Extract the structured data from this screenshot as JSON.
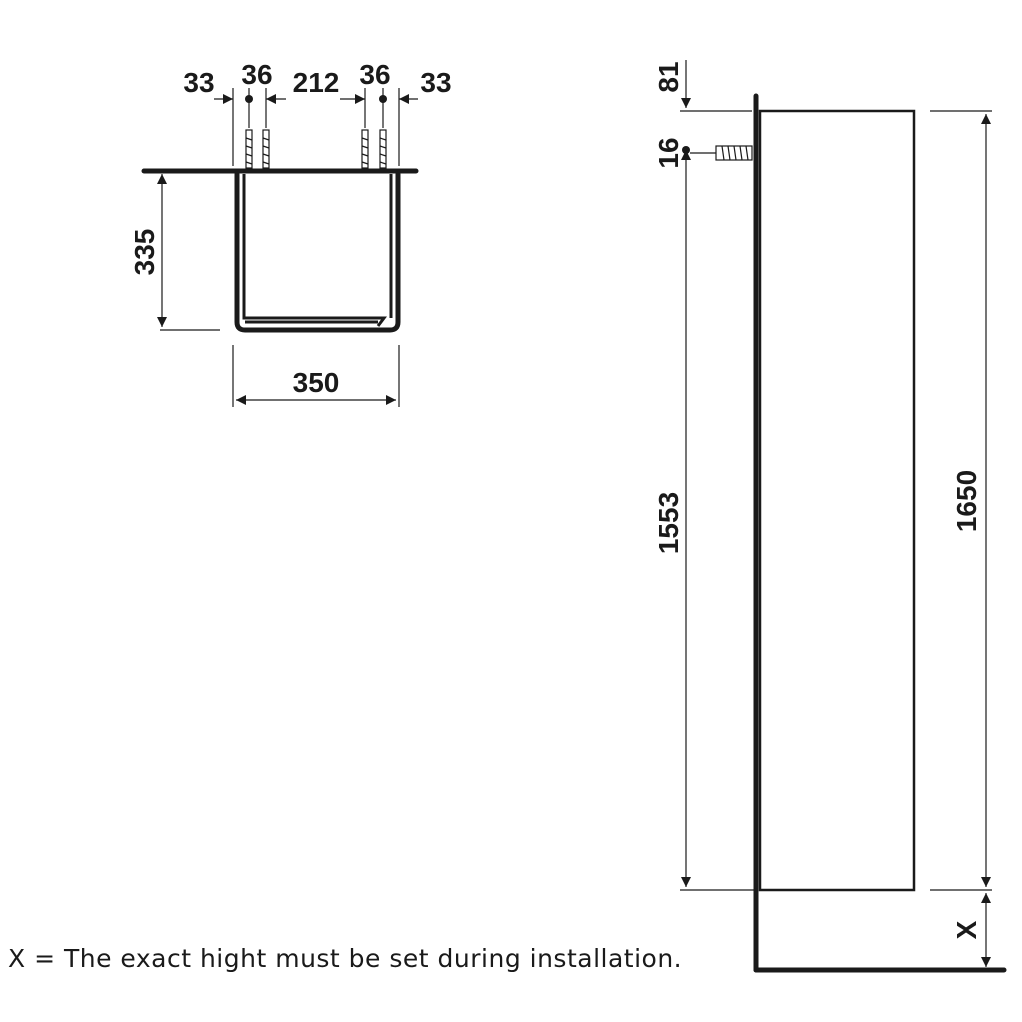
{
  "top_view": {
    "dim_left_edge": "33",
    "dim_left_hole": "36",
    "dim_center": "212",
    "dim_right_hole": "36",
    "dim_right_edge": "33",
    "dim_depth": "335",
    "dim_width": "350"
  },
  "side_view": {
    "dim_top_offset": "81",
    "dim_hole_offset": "16",
    "dim_hole_height": "1553",
    "dim_total_height": "1650",
    "dim_floor_gap": "X"
  },
  "note": "X = The exact hight must be set during installation."
}
